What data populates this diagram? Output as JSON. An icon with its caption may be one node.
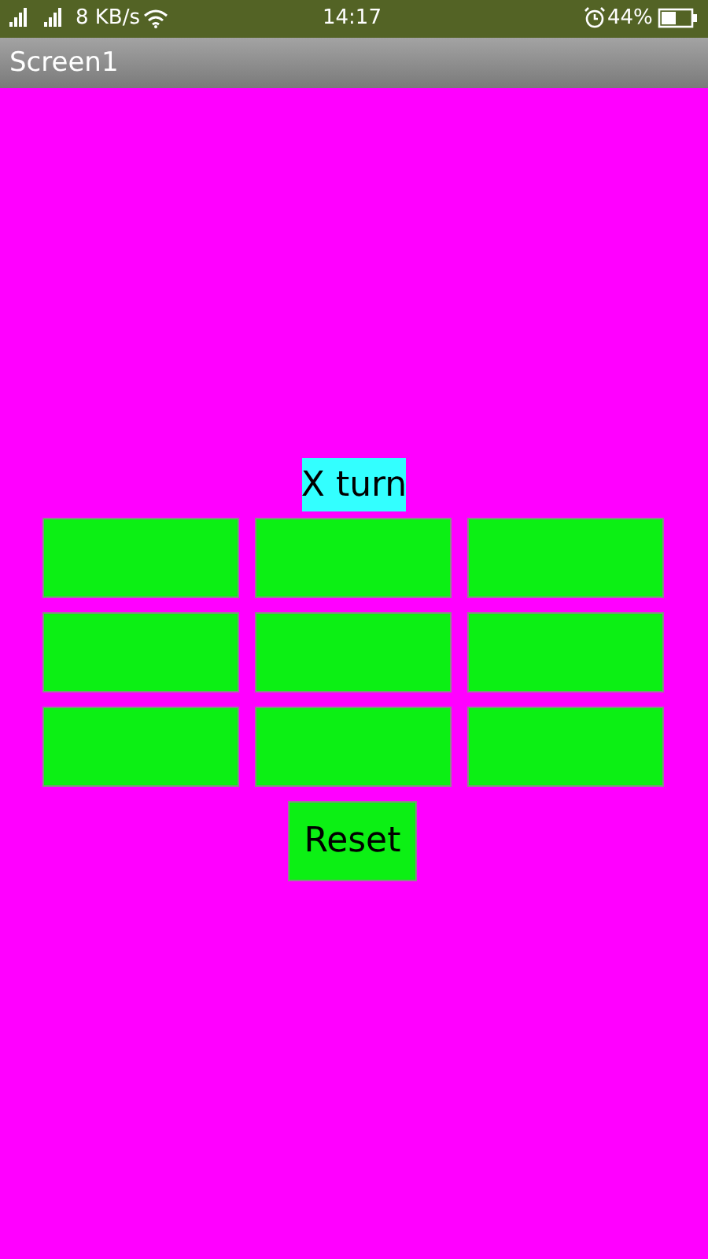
{
  "diagram": {
    "title": "Screen1",
    "nodes": [
      {
        "text": [
          "X turn"
        ]
      },
      {
        "text": [],
        "shape": "box"
      },
      {
        "text": [],
        "shape": "box"
      },
      {
        "text": [],
        "shape": "box"
      },
      {
        "text": [],
        "shape": "box"
      },
      {
        "text": [],
        "shape": "box"
      },
      {
        "text": [],
        "shape": "box"
      },
      {
        "text": [],
        "shape": "box"
      },
      {
        "text": [],
        "shape": "box"
      },
      {
        "text": [],
        "shape": "box"
      },
      {
        "text": [
          "Reset"
        ]
      }
    ],
    "labels": [
      "8 KB/s",
      "14:17",
      "44%"
    ]
  }
}
